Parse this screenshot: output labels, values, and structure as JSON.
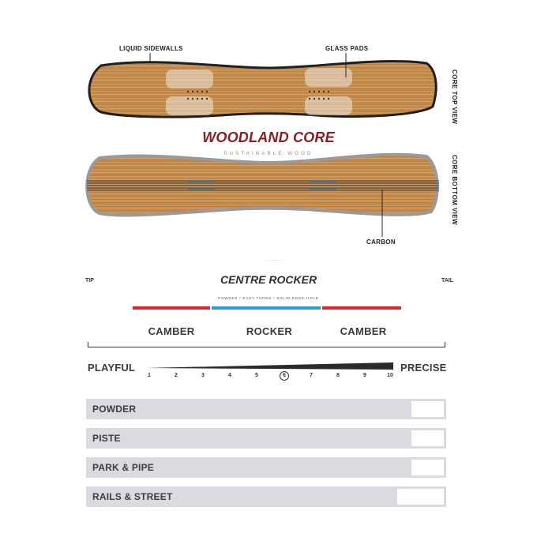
{
  "callouts": {
    "liquid_sidewalls": "LIQUID SIDEWALLS",
    "glass_pads": "GLASS PADS",
    "carbon": "CARBON"
  },
  "views": {
    "top": "CORE TOP VIEW",
    "bottom": "CORE BOTTOM VIEW"
  },
  "core": {
    "title": "WOODLAND CORE",
    "subtitle": "SUSTAINABLE WOOD"
  },
  "profile": {
    "title": "CENTRE ROCKER",
    "subtitle": "POWDER / EASY TURNS / SOLID EDGE-HOLD",
    "tip": "TIP",
    "tail": "TAIL",
    "zones": [
      "CAMBER",
      "ROCKER",
      "CAMBER"
    ],
    "colors": {
      "camber": "#e0252b",
      "rocker": "#2f9bd6"
    }
  },
  "flex_scale": {
    "left_label": "PLAYFUL",
    "right_label": "PRECISE",
    "ticks": [
      "1",
      "2",
      "3",
      "4",
      "5",
      "6",
      "7",
      "8",
      "9",
      "10"
    ],
    "selected": 6
  },
  "terrain": [
    {
      "label": "POWDER",
      "empty_fraction": 0.09
    },
    {
      "label": "PISTE",
      "empty_fraction": 0.09
    },
    {
      "label": "PARK & PIPE",
      "empty_fraction": 0.09
    },
    {
      "label": "RAILS & STREET",
      "empty_fraction": 0.13
    }
  ]
}
